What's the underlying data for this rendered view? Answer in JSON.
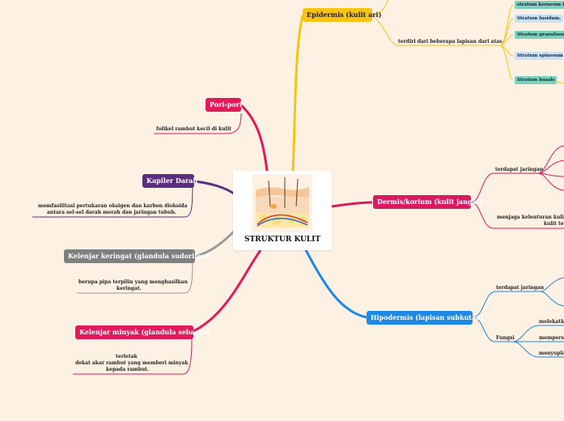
{
  "center": {
    "title": "STRUKTUR KULIT",
    "image": "skin-cross-section-illustration"
  },
  "nodes": {
    "epidermis": "Epidermis (kulit ari)",
    "pori": "Pori-pori",
    "kapiler": "Kapiler Darah",
    "keringat": "Kelenjar keringat (glandula sudorifera)",
    "minyak": "Kelenjar minyak (glandula sebacea)",
    "dermis": "Dermis/korium (kulit jangat)",
    "hipodermis": "Hipodermis  (lapisan subkutan)"
  },
  "labels": {
    "epidermis_layers": "terdiri dari beberapa lapisan dari atas",
    "pori": "folikel rambut kecil di kulit",
    "kapiler_1": "memfasilitasi pertukaran oksigen dan karbon dioksida",
    "kapiler_2": "antara sel-sel darah merah dan jaringan tubuh.",
    "keringat_1": "berupa pipa terpilin yang menghasilkan",
    "keringat_2": "keringat.",
    "minyak_1": "terletak",
    "minyak_2": "dekat akar rambut yang memberi minyak",
    "minyak_3": "kepada rambut.",
    "dermis_jaringan": "terdapat jaringan",
    "dermis_fungsi_1": "menjaga kelenturan kulit da",
    "dermis_fungsi_2": "kulit tet",
    "hipo_jaringan": "terdapat jaringan",
    "hipo_fungsi": "Fungsi",
    "hipo_f1": "melekatka",
    "hipo_f2": "mempersa",
    "hipo_f3": "menyupla"
  },
  "strata": [
    {
      "label": "stratum korneum (kuli",
      "color": "#7fd0bd"
    },
    {
      "label": "Stratum lusidum.",
      "color": "#c9e1f7"
    },
    {
      "label": "Stratum granulosum",
      "color": "#7fd0bd"
    },
    {
      "label": "Stratum spinosum",
      "color": "#c9e1f7"
    },
    {
      "label": "Stratum basale",
      "color": "#7fd0bd"
    }
  ],
  "colors": {
    "epidermis": "#f7c413",
    "pori": "#e2195b",
    "kapiler": "#5b2d7e",
    "keringat": "#7f7f7f",
    "minyak": "#e2195b",
    "dermis": "#d81b60",
    "hipodermis": "#1e88e5"
  }
}
